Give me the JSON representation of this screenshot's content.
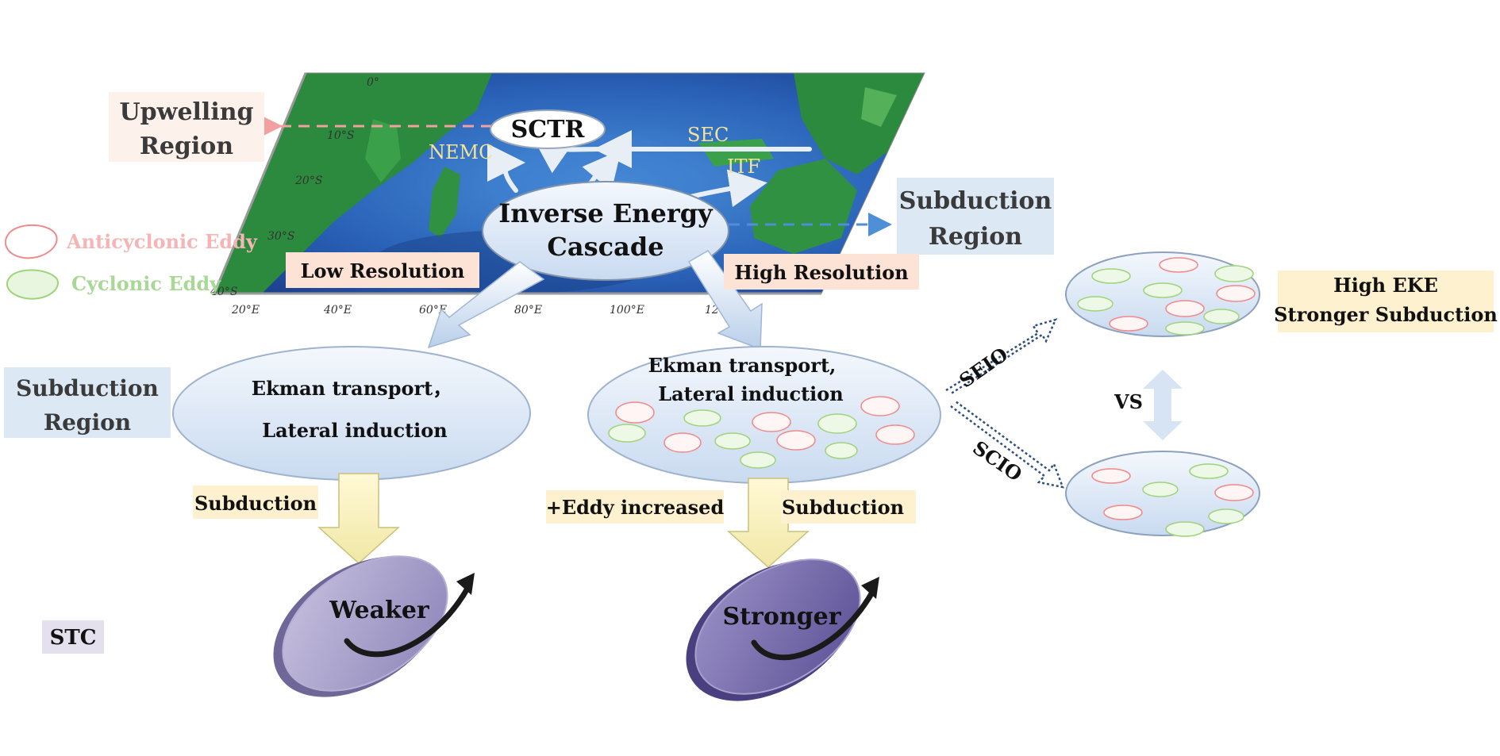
{
  "map": {
    "lat_ticks": [
      "0°",
      "10°S",
      "20°S",
      "30°S",
      "40°S"
    ],
    "lon_ticks": [
      "20°E",
      "40°E",
      "60°E",
      "80°E",
      "100°E",
      "120°E"
    ],
    "currents": {
      "nemc": "NEMC",
      "sec": "SEC",
      "itf": "ITF"
    },
    "sctr": "SCTR",
    "cascade_line1": "Inverse Energy",
    "cascade_line2": "Cascade"
  },
  "regions": {
    "upwelling_line1": "Upwelling",
    "upwelling_line2": "Region",
    "subduction_top_line1": "Subduction",
    "subduction_top_line2": "Region",
    "subduction_left_line1": "Subduction",
    "subduction_left_line2": "Region"
  },
  "legend": {
    "anticyclonic": "Anticyclonic Eddy",
    "cyclonic": "Cyclonic Eddy",
    "anticyclonic_color": "#f08a8a",
    "cyclonic_color": "#9fd37c"
  },
  "resolution": {
    "low": "Low Resolution",
    "high": "High Resolution"
  },
  "mechanism": {
    "left_line1": "Ekman transport，",
    "left_line2": "Lateral induction",
    "right_line1": "Ekman transport,",
    "right_line2": "Lateral induction"
  },
  "process": {
    "subduction_left": "Subduction",
    "eddy_increased": "+Eddy increased",
    "subduction_right": "Subduction"
  },
  "stc": {
    "label": "STC",
    "weaker": "Weaker",
    "stronger": "Stronger"
  },
  "comparison": {
    "seio": "SEIO",
    "scio": "SCIO",
    "vs": "VS",
    "result_line1": "High EKE",
    "result_line2": "Stronger Subduction"
  },
  "colors": {
    "ocean_deep": "#1f4fa0",
    "land": "#2a8a3c",
    "ellipse_fill": "#dde8f6",
    "highlight_peach": "#fde3d6",
    "highlight_blue": "#dce9f5",
    "highlight_yellow": "#fdf1cf",
    "highlight_lavender": "#e4e0ee"
  }
}
